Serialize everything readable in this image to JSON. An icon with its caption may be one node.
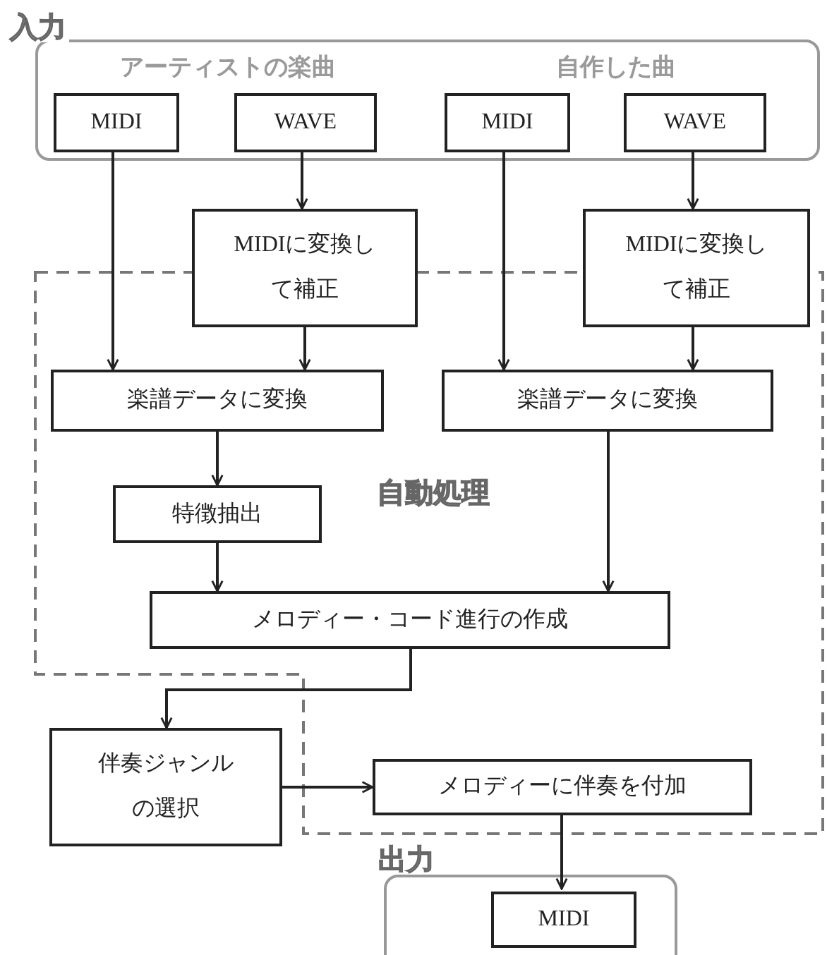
{
  "diagram": {
    "nodes": [
      {
        "text": [
          "入力",
          "アーティストの楽曲",
          "自作した曲"
        ]
      },
      {
        "text": [
          "MIDI"
        ],
        "in": 0
      },
      {
        "text": [
          "WAVE"
        ],
        "in": 0
      },
      {
        "text": [
          "MIDI"
        ],
        "in": 0
      },
      {
        "text": [
          "WAVE"
        ],
        "in": 0
      },
      {
        "text": [
          "MIDIに変換して補正"
        ]
      },
      {
        "text": [
          "MIDIに変換して補正"
        ]
      },
      {
        "text": [
          "自動処理"
        ]
      },
      {
        "text": [
          "楽譜データに変換"
        ],
        "in": 7
      },
      {
        "text": [
          "楽譜データに変換"
        ],
        "in": 7
      },
      {
        "text": [
          "特徴抽出"
        ],
        "in": 7
      },
      {
        "text": [
          "メロディー・コード進行の作成"
        ],
        "in": 7
      },
      {
        "text": [
          "伴奏ジャンルの選択"
        ]
      },
      {
        "text": [
          "メロディーに伴奏を付加"
        ],
        "in": 7
      },
      {
        "text": [
          "出力"
        ]
      },
      {
        "text": [
          "MIDI"
        ],
        "in": 14
      }
    ],
    "edges": [
      {
        "from": 1,
        "to": 8,
        "arrow": "to"
      },
      {
        "from": 2,
        "to": 5,
        "arrow": "to"
      },
      {
        "from": 3,
        "to": 9,
        "arrow": "to"
      },
      {
        "from": 4,
        "to": 6,
        "arrow": "to"
      },
      {
        "from": 5,
        "to": 8,
        "arrow": "to"
      },
      {
        "from": 6,
        "to": 9,
        "arrow": "to"
      },
      {
        "from": 8,
        "to": 10,
        "arrow": "to"
      },
      {
        "from": 10,
        "to": 11,
        "arrow": "to"
      },
      {
        "from": 9,
        "to": 11,
        "arrow": "to"
      },
      {
        "from": 11,
        "to": 12,
        "arrow": "to"
      },
      {
        "from": 12,
        "to": 13,
        "arrow": "to"
      },
      {
        "from": 13,
        "to": 15,
        "arrow": "to"
      }
    ]
  }
}
